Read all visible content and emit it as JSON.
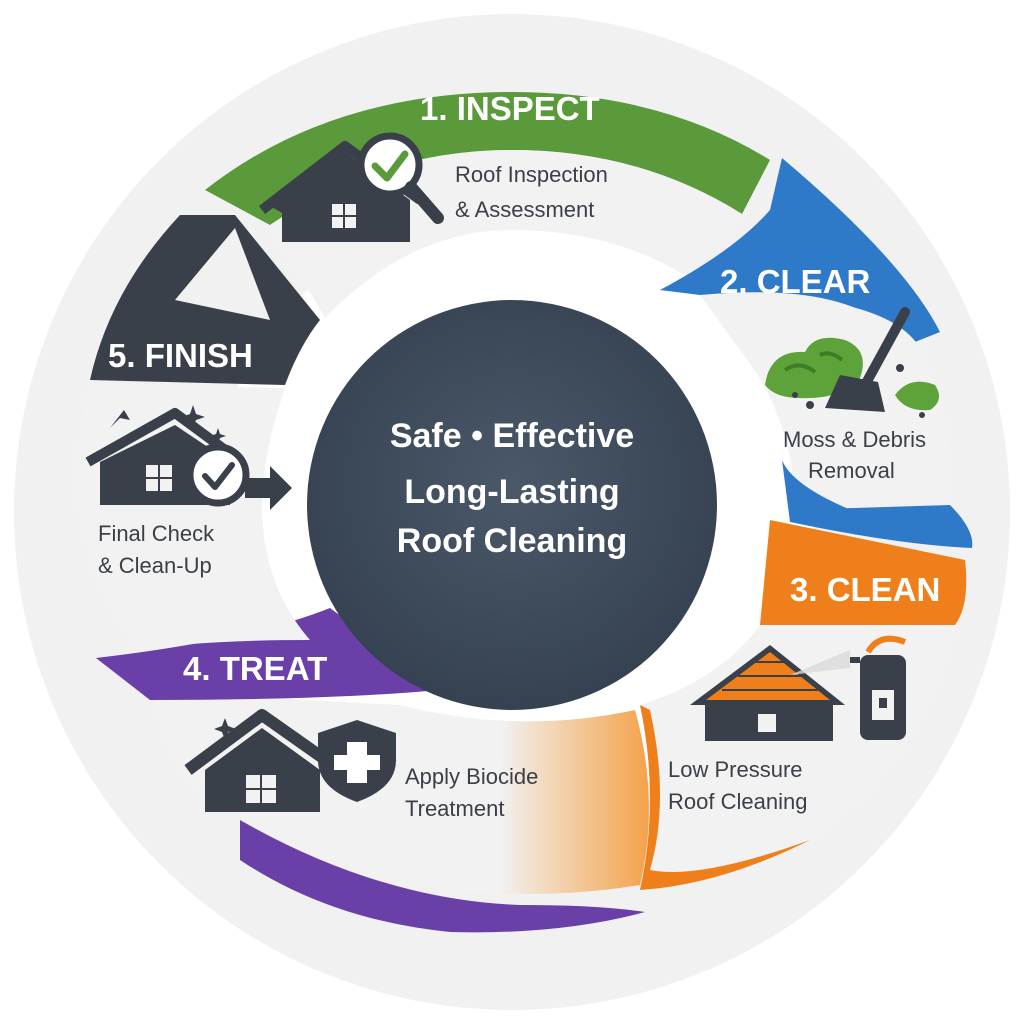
{
  "center": {
    "line1": "Safe • Effective",
    "line2": "Long-Lasting",
    "line3": "Roof Cleaning"
  },
  "steps": [
    {
      "title": "1. INSPECT",
      "desc1": "Roof Inspection",
      "desc2": "& Assessment",
      "color": "#5a9a3a",
      "icon": "house-magnifier-check-icon"
    },
    {
      "title": "2. CLEAR",
      "desc1": "Moss & Debris",
      "desc2": "Removal",
      "color": "#2f79c9",
      "icon": "moss-broom-icon"
    },
    {
      "title": "3. CLEAN",
      "desc1": "Low Pressure",
      "desc2": "Roof Cleaning",
      "color": "#ee7f1a",
      "icon": "pressure-washer-house-icon"
    },
    {
      "title": "4. TREAT",
      "desc1": "Apply Biocide",
      "desc2": "Treatment",
      "color": "#6a3fa8",
      "icon": "house-shield-plus-icon"
    },
    {
      "title": "5. FINISH",
      "desc1": "Final Check",
      "desc2": "& Clean-Up",
      "color": "#3a4049",
      "icon": "house-check-sparkle-icon"
    }
  ]
}
